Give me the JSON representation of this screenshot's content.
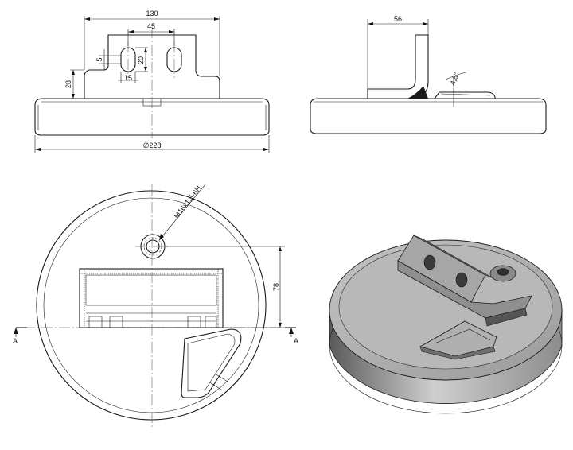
{
  "dimensions": {
    "width_130": "130",
    "width_45": "45",
    "slot_5": "5",
    "slot_20": "20",
    "slot_15": "15",
    "height_28": "28",
    "diameter_228": "∅228",
    "flange_56": "56",
    "angle": "4,8°",
    "offset_78": "78",
    "thread": "M16x1,5-6H"
  },
  "section_marks": {
    "left": "A",
    "right": "A"
  },
  "colors": {
    "line": "#1a1a1a",
    "shade_dark": "#4a4a4a",
    "shade_mid": "#9a9a9a",
    "shade_light": "#d8d8d8"
  }
}
